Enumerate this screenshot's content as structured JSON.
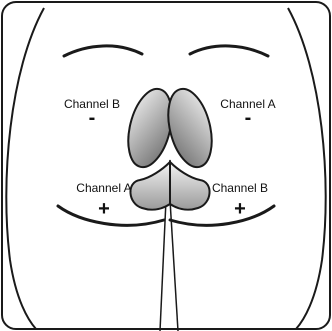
{
  "labels": {
    "upper_left": {
      "channel": "Channel B",
      "polarity": "-"
    },
    "upper_right": {
      "channel": "Channel A",
      "polarity": "-"
    },
    "lower_left": {
      "channel": "Channel A",
      "polarity": "+"
    },
    "lower_right": {
      "channel": "Channel B",
      "polarity": "+"
    }
  },
  "colors": {
    "outline": "#1a1a1a",
    "electrode_dark": "#6e6e6e",
    "electrode_light": "#f0f0f0"
  }
}
